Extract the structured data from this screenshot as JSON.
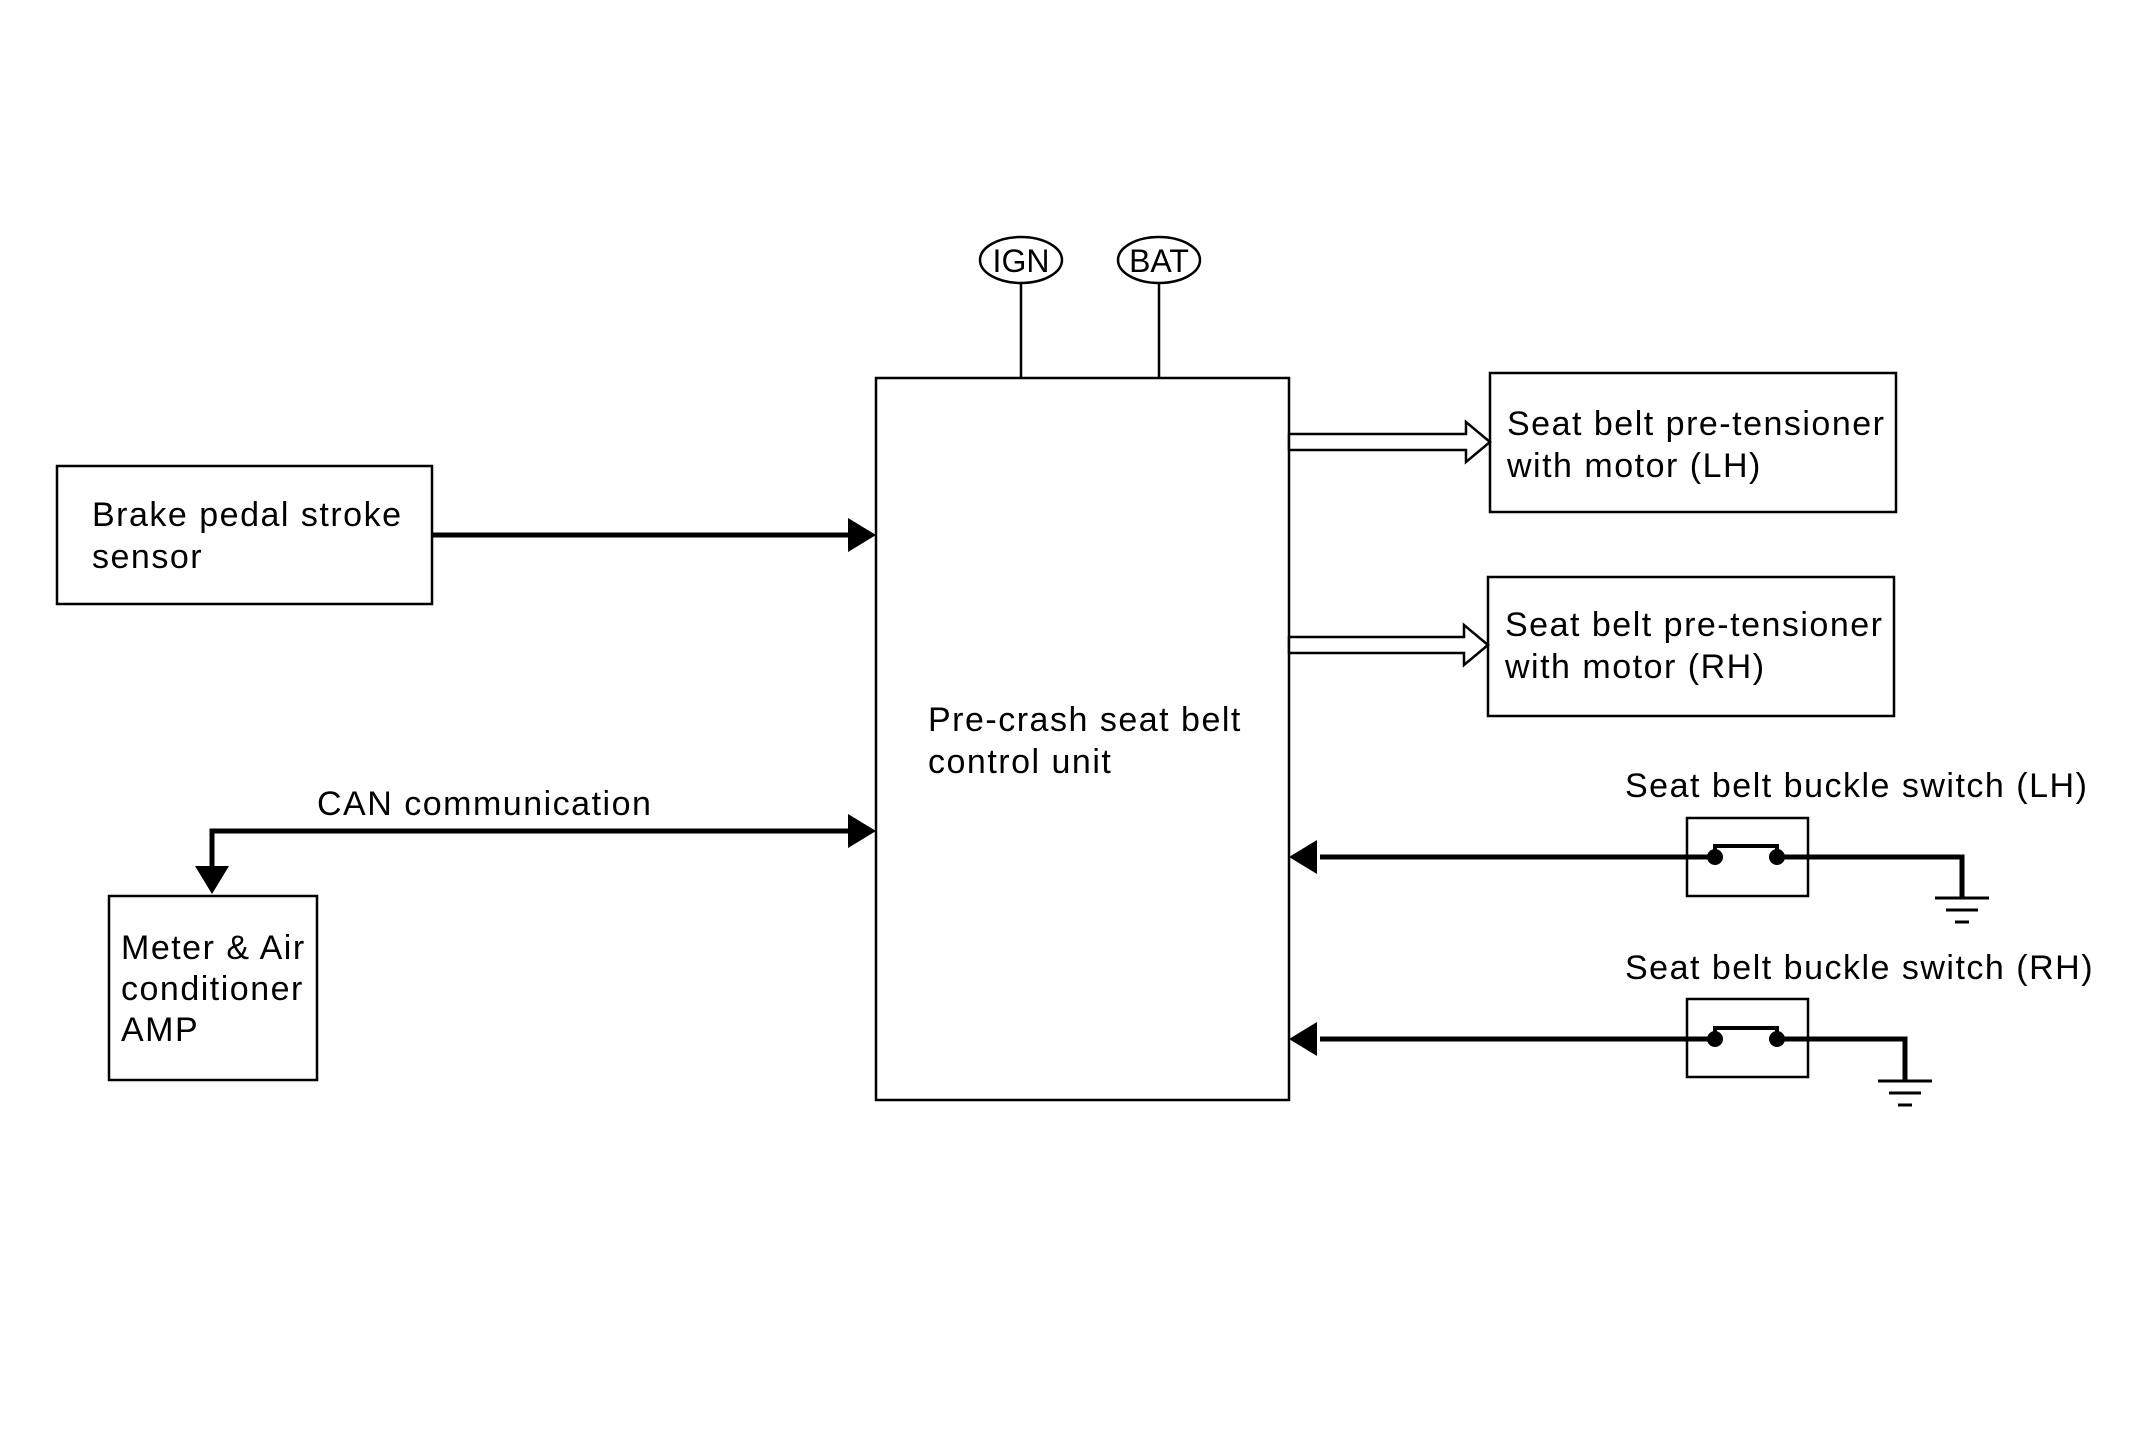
{
  "power": {
    "ign": "IGN",
    "bat": "BAT"
  },
  "blocks": {
    "control_unit": [
      "Pre-crash seat belt",
      "control unit"
    ],
    "brake_sensor": [
      "Brake pedal stroke",
      "sensor"
    ],
    "meter_amp": [
      "Meter & Air",
      "conditioner",
      "AMP"
    ],
    "pretensioner_lh": [
      "Seat belt pre-tensioner",
      "with motor (LH)"
    ],
    "pretensioner_rh": [
      "Seat belt pre-tensioner",
      "with motor (RH)"
    ]
  },
  "labels": {
    "can": "CAN communication",
    "buckle_lh": "Seat belt buckle switch (LH)",
    "buckle_rh": "Seat belt buckle switch (RH)"
  }
}
